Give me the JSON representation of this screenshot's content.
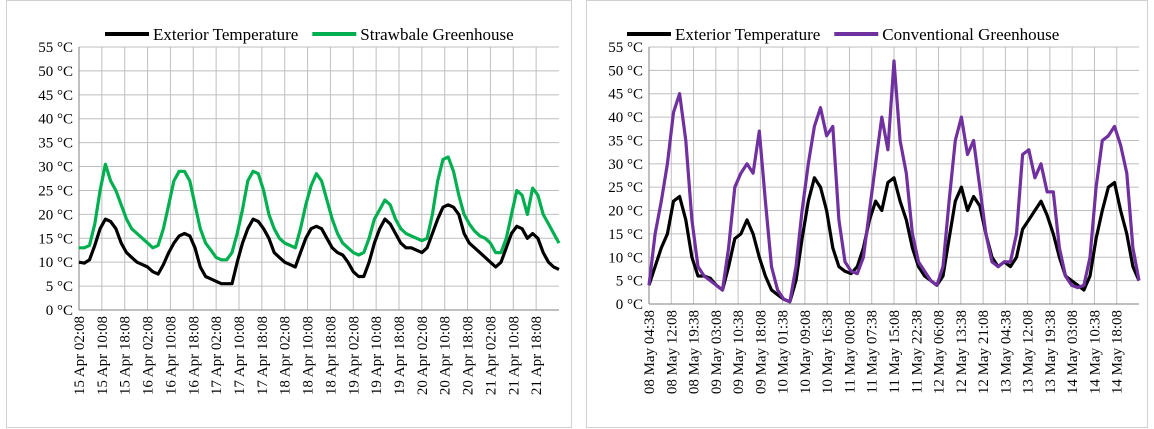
{
  "chart_data": [
    {
      "type": "line",
      "title": "",
      "xlabel": "",
      "ylabel": "",
      "ylim": [
        0,
        55
      ],
      "y_ticks": [
        "0 °C",
        "5 °C",
        "10 °C",
        "15 °C",
        "20 °C",
        "25 °C",
        "30 °C",
        "35 °C",
        "40 °C",
        "45 °C",
        "50 °C",
        "55 °C"
      ],
      "x_ticks": [
        "15 Apr 02:08",
        "15 Apr 10:08",
        "15 Apr 18:08",
        "16 Apr 02:08",
        "16 Apr 10:08",
        "16 Apr 18:08",
        "17 Apr 02:08",
        "17 Apr 10:08",
        "17 Apr 18:08",
        "18 Apr 02:08",
        "18 Apr 10:08",
        "18 Apr 18:08",
        "19 Apr 02:08",
        "19 Apr 10:08",
        "19 Apr 18:08",
        "20 Apr 02:08",
        "20 Apr 10:08",
        "20 Apr 18:08",
        "21 Apr 02:08",
        "21 Apr 10:08",
        "21 Apr 18:08"
      ],
      "grid": true,
      "legend": "top",
      "series": [
        {
          "name": "Exterior Temperature",
          "color": "#000000",
          "values": [
            10,
            9.8,
            10.5,
            13.5,
            17,
            19,
            18.5,
            17,
            14,
            12,
            11,
            10,
            9.5,
            9,
            8,
            7.5,
            9.5,
            12,
            14,
            15.5,
            16,
            15.5,
            13,
            9,
            7,
            6.5,
            6,
            5.5,
            5.5,
            5.5,
            10,
            14,
            17,
            19,
            18.5,
            17,
            15,
            12,
            11,
            10,
            9.5,
            9,
            12,
            15,
            17,
            17.5,
            17,
            15,
            13,
            12,
            11.5,
            10,
            8,
            7,
            7,
            10,
            14,
            17,
            19,
            18,
            16,
            14,
            13,
            13,
            12.5,
            12,
            13,
            16,
            19,
            21.5,
            22,
            21.5,
            20,
            16,
            14,
            13,
            12,
            11,
            10,
            9,
            10,
            13,
            16,
            17.5,
            17,
            15,
            16,
            15,
            12,
            10,
            9,
            8.5
          ]
        },
        {
          "name": "Strawbale Greenhouse",
          "color": "#00b050",
          "values": [
            13,
            13,
            13.5,
            18,
            25,
            30.5,
            27,
            25,
            22,
            19,
            17,
            16,
            15,
            14,
            13,
            13.5,
            17,
            22,
            27,
            29,
            29,
            27,
            22,
            17,
            14,
            12.5,
            11,
            10.5,
            10.5,
            12,
            16,
            21,
            27,
            29,
            28.5,
            25,
            20,
            17,
            15,
            14,
            13.5,
            13,
            17,
            22,
            26,
            28.5,
            27,
            23,
            19,
            16,
            14,
            13,
            12,
            11.5,
            12,
            15,
            19,
            21,
            23,
            22,
            19,
            17,
            16,
            15.5,
            15,
            14.5,
            15,
            20,
            27,
            31.5,
            32,
            29,
            24,
            20,
            18,
            16.5,
            15.5,
            15,
            14,
            12,
            12,
            15,
            20,
            25,
            24,
            20,
            25.5,
            24,
            20,
            18,
            16,
            14
          ]
        }
      ]
    },
    {
      "type": "line",
      "title": "",
      "xlabel": "",
      "ylabel": "",
      "ylim": [
        0,
        55
      ],
      "y_ticks": [
        "0 °C",
        "5 °C",
        "10 °C",
        "15 °C",
        "20 °C",
        "25 °C",
        "30 °C",
        "35 °C",
        "40 °C",
        "45 °C",
        "50 °C",
        "55 °C"
      ],
      "x_ticks": [
        "08 May 04:38",
        "08 May 12:08",
        "08 May 19:38",
        "09 May 03:08",
        "09 May 10:38",
        "09 May 18:08",
        "10 May 01:38",
        "10 May 09:08",
        "10 May 16:38",
        "11 May 00:08",
        "11 May 07:38",
        "11 May 15:08",
        "11 May 22:38",
        "12 May 06:08",
        "12 May 13:38",
        "12 May 21:08",
        "13 May 04:38",
        "13 May 12:08",
        "13 May 19:38",
        "14 May 03:08",
        "14 May 10:38",
        "14 May 18:08"
      ],
      "grid": true,
      "legend": "top",
      "series": [
        {
          "name": "Exterior Temperature",
          "color": "#000000",
          "values": [
            4,
            8,
            12,
            15,
            22,
            23,
            18,
            10,
            6,
            6,
            5.5,
            4,
            3,
            8,
            14,
            15,
            18,
            15,
            10,
            6,
            3,
            2,
            1,
            0.5,
            5,
            14,
            22,
            27,
            25,
            20,
            12,
            8,
            7,
            6.5,
            8,
            12,
            18,
            22,
            20,
            26,
            27,
            22,
            18,
            12,
            8,
            6,
            5,
            4,
            6,
            14,
            22,
            25,
            20,
            23,
            21,
            15,
            10,
            8,
            9,
            8,
            10,
            16,
            18,
            20,
            22,
            19,
            15,
            10,
            6,
            5,
            4,
            3,
            6,
            14,
            20,
            25,
            26,
            20,
            15,
            8,
            5
          ]
        },
        {
          "name": "Conventional Greenhouse",
          "color": "#7030a0",
          "values": [
            4,
            15,
            22,
            30,
            41,
            45,
            35,
            18,
            8,
            6,
            5,
            4,
            3,
            12,
            25,
            28,
            30,
            28,
            37,
            22,
            8,
            3,
            1,
            0.5,
            8,
            20,
            30,
            38,
            42,
            36,
            38,
            18,
            9,
            7,
            6.5,
            10,
            20,
            30,
            40,
            33,
            52,
            35,
            28,
            15,
            9,
            7,
            5,
            4,
            8,
            22,
            35,
            40,
            32,
            35,
            25,
            15,
            9,
            8,
            9,
            9,
            15,
            32,
            33,
            27,
            30,
            24,
            24,
            12,
            6,
            4,
            3.5,
            4,
            10,
            25,
            35,
            36,
            38,
            34,
            28,
            12,
            5
          ]
        }
      ]
    }
  ]
}
